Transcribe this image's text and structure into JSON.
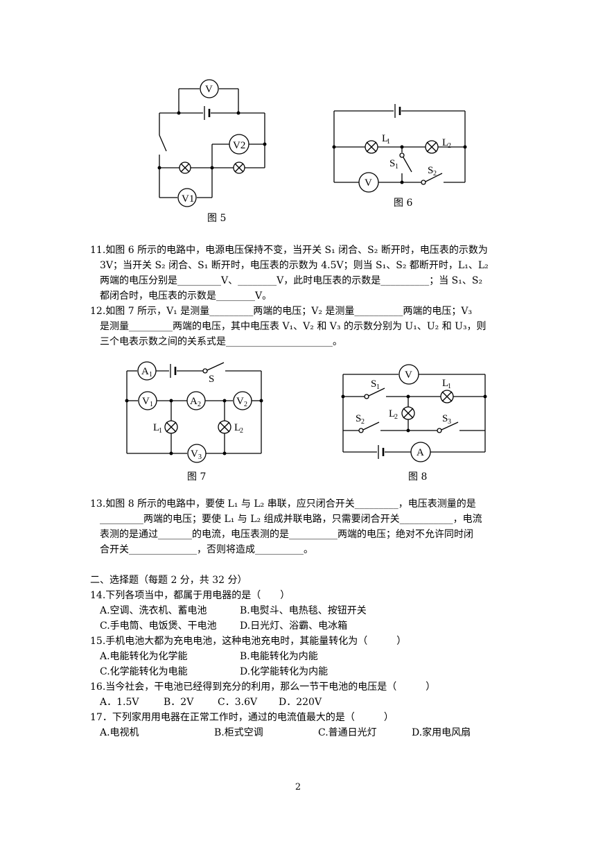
{
  "figures": {
    "fig5": {
      "caption": "图 5",
      "meters": [
        "V",
        "V2",
        "V1"
      ]
    },
    "fig6": {
      "caption": "图 6",
      "labels": [
        "L1",
        "L2",
        "S1",
        "S2",
        "V"
      ]
    },
    "fig7": {
      "caption": "图 7",
      "labels": [
        "A1",
        "S",
        "V1",
        "A2",
        "V2",
        "L1",
        "L2",
        "V3"
      ]
    },
    "fig8": {
      "caption": "图 8",
      "labels": [
        "V",
        "S1",
        "L1",
        "L2",
        "S2",
        "S3",
        "A"
      ]
    }
  },
  "questions": {
    "q11": {
      "l1": "11.如图 6 所示的电路中，电源电压保持不变，当开关 S₁ 闭合、S₂ 断开时，电压表的示数为",
      "l2": "3V；当开关 S₂ 闭合、S₁ 断开时，电压表的示数为 4.5V；则当 S₁、S₂ 都断开时，L₁、L₂",
      "l3": "两端的电压分别是_________V、________V，此时电压表的示数是__________；当 S₁、S₂",
      "l4": "都闭合时，电压表的示数是________V。"
    },
    "q12": {
      "l1": "12.如图 7 所示，V₁ 是测量_________两端的电压；V₂ 是测量__________两端的电压；V₃",
      "l2": "是测量_________两端的电压，其中电压表 V₁、V₂ 和 V₃ 的示数分别为 U₁、U₂ 和 U₃，则",
      "l3": "三个电表示数之间的关系式是______________________。"
    },
    "q13": {
      "l1": "13.如图 8 所示的电路中，要使 L₁ 与 L₂ 串联，应只闭合开关_________，电压表测量的是",
      "l2": "_________两端的电压；要使 L₁ 与 L₂ 组成并联电路，只需要闭合开关___________，电流",
      "l3": "表测的是通过_______的电流，电压表测的是__________两端的电压；绝对不允许同时闭",
      "l4": "合开关______________，否则将造成__________。"
    },
    "section2": "二、选择题（每题 2 分，共 32 分）",
    "q14": {
      "stem": "14.下列各项当中，都属于用电器的是（　　）",
      "a": "A.空调、洗衣机、蓄电池",
      "b": "B.电熨斗、电热毯、按钮开关",
      "c": "C.手电筒、电饭煲、干电池",
      "d": "D.日光灯、浴霸、电冰箱"
    },
    "q15": {
      "stem": "15.手机电池大都为充电电池，这种电池充电时，其能量转化为（　　　）",
      "a": "A.电能转化为化学能",
      "b": "B.电能转化为内能",
      "c": "C.化学能转化为电能",
      "d": "D.化学能转化为内能"
    },
    "q16": {
      "stem": "16.当今社会，干电池已经得到充分的利用，那么一节干电池的电压是（　　　）",
      "a": "A．1.5V",
      "b": "B．2V",
      "c": "C．3.6V",
      "d": "D．220V"
    },
    "q17": {
      "stem": "17．下列家用用电器在正常工作时，通过的电流值最大的是（　　　）",
      "a": "A.电视机",
      "b": "B.柜式空调",
      "c": "C.普通日光灯",
      "d": "D.家用电风扇"
    }
  },
  "page_number": "2"
}
